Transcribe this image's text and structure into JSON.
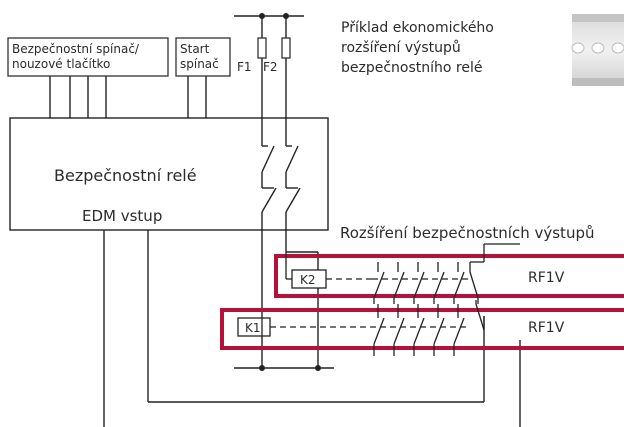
{
  "labels": {
    "safety_switch_line1": "Bezpečnostní spínač/",
    "safety_switch_line2": "nouzové tlačítko",
    "start_line1": "Start",
    "start_line2": "spínač",
    "fuse1": "F1",
    "fuse2": "F2",
    "example_line1": "Příklad ekonomického",
    "example_line2": "rozšíření výstupů",
    "example_line3": "bezpečnostního relé",
    "relay_title": "Bezpečnostní relé",
    "edm_input": "EDM vstup",
    "expansion_title": "Rozšíření bezpečnostních výstupů",
    "k2": "K2",
    "k1": "K1",
    "module1": "RF1V",
    "module2": "RF1V"
  },
  "colors": {
    "line": "#222222",
    "module_border": "#b5123a",
    "text": "#2b2b2b"
  }
}
